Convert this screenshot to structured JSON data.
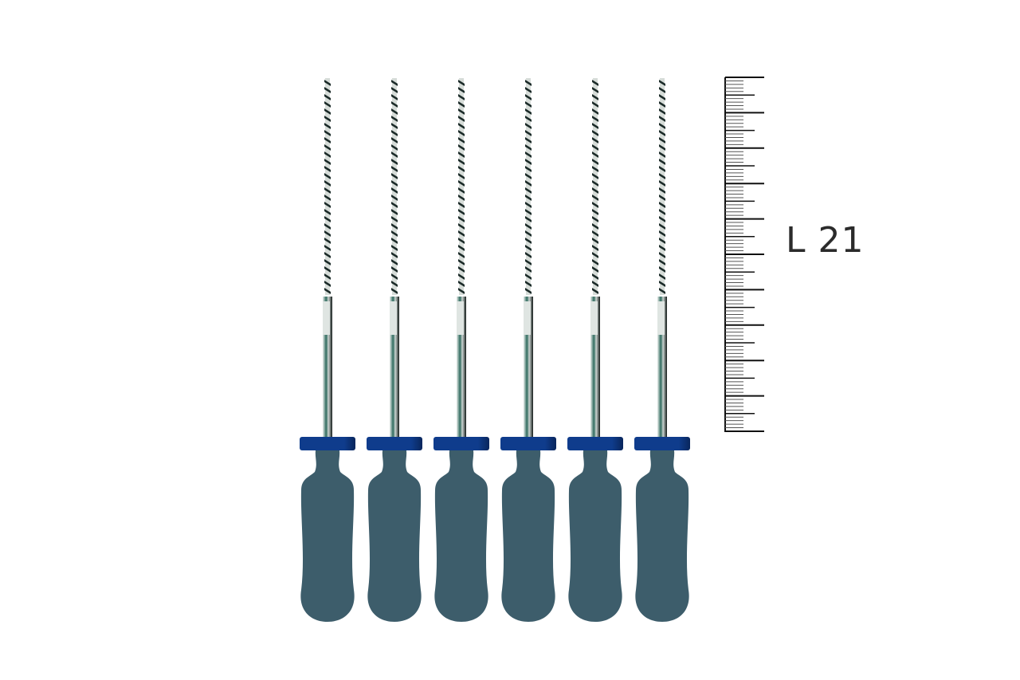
{
  "product": {
    "file_count": 6,
    "length_label": "L 21",
    "colors": {
      "handle": "#3d5d6b",
      "collar": "#0f3c8c",
      "collar_dark": "#0a2a66",
      "metal_dark": "#1b2a28",
      "metal_light": "#d6dcd8",
      "ruler": "#111111"
    }
  },
  "ruler": {
    "major_divisions": 10,
    "minor_per_major": 10
  }
}
